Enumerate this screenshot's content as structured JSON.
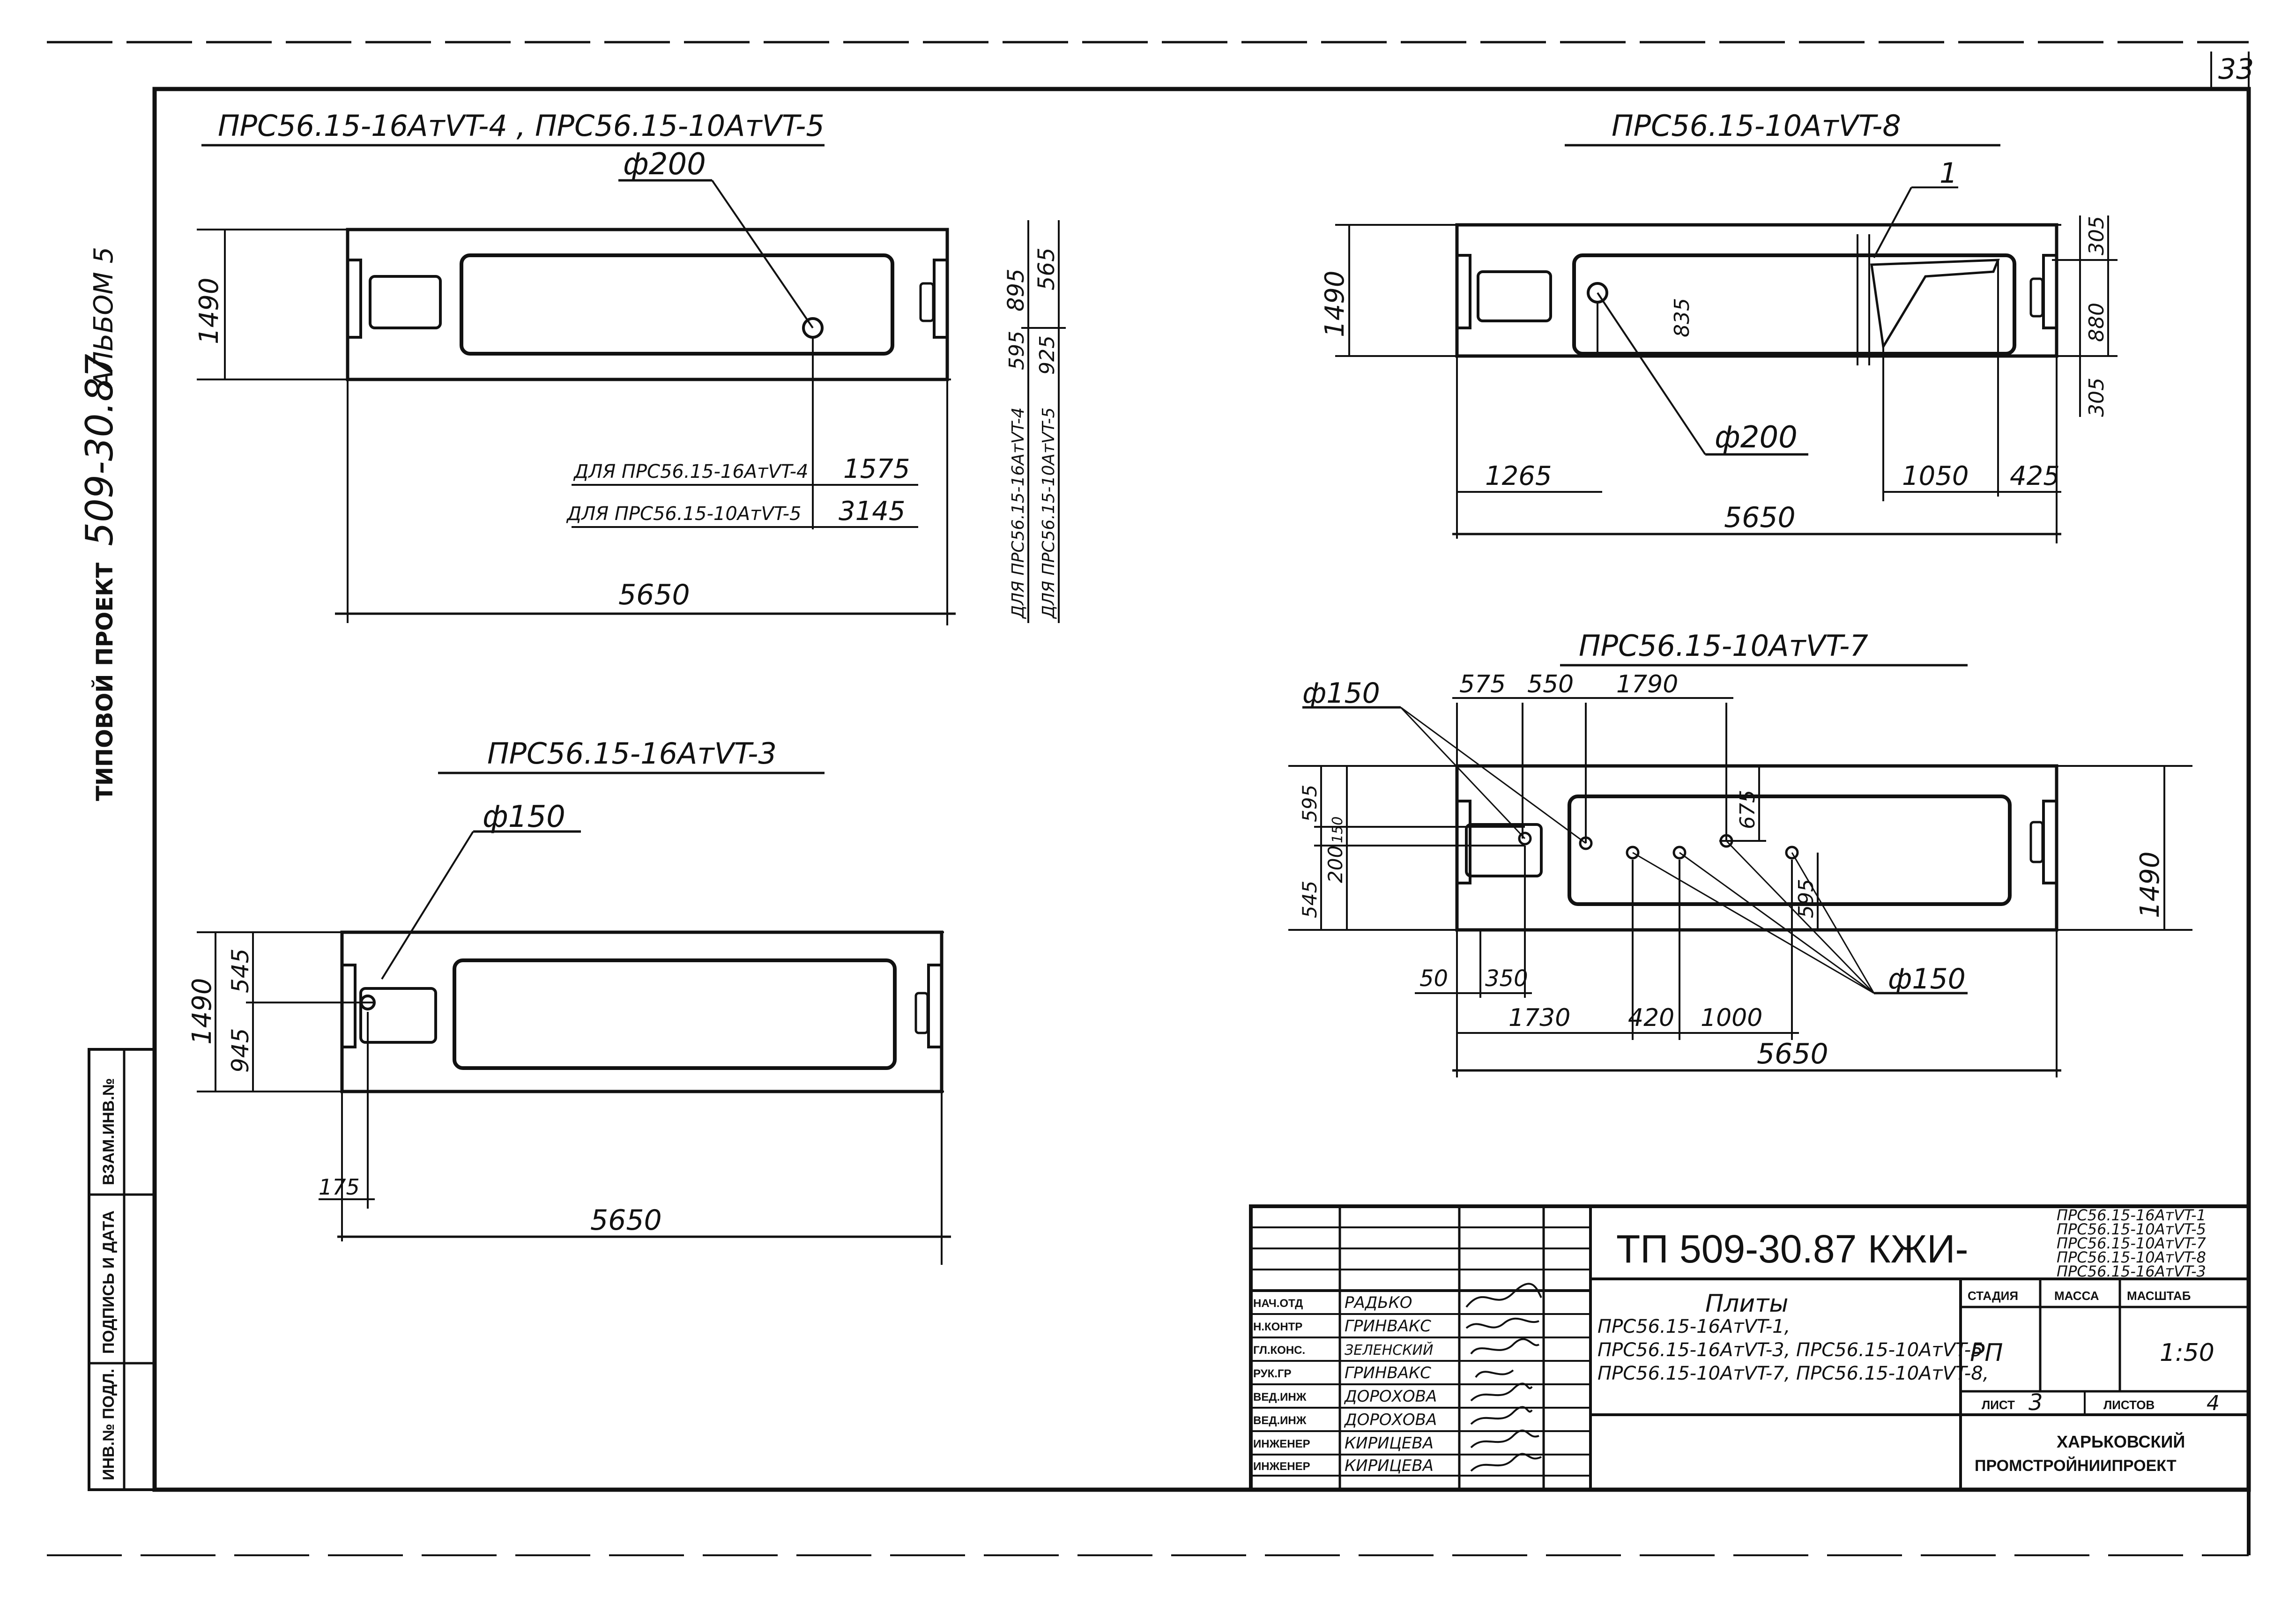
{
  "sheet": {
    "sheet_number": "33"
  },
  "side_stamp": {
    "album": "АЛЬБОМ 5",
    "project_prefix": "ТИПОВОЙ ПРОЕКТ",
    "project_number": "509-30.87",
    "cells": [
      "ИНВ.№ ПОДЛ.",
      "ПОДПИСЬ И ДАТА",
      "ВЗАМ.ИНВ.№"
    ]
  },
  "views": {
    "v1": {
      "title": "ПРС56.15-16АтVT-4 , ПРС56.15-10АтVT-5",
      "hole": "ф200",
      "height": "1490",
      "dim_right": [
        "895",
        "565",
        "595",
        "925"
      ],
      "rows": [
        {
          "label": "ДЛЯ ПРС56.15-16АтVT-4",
          "value": "1575"
        },
        {
          "label": "ДЛЯ ПРС56.15-10АтVT-5",
          "value": "3145"
        }
      ],
      "vlabels": [
        "ДЛЯ ПРС56.15-16АтVT-4",
        "ДЛЯ ПРС56.15-10АтVT-5"
      ],
      "length": "5650"
    },
    "v3": {
      "title": "ПРС56.15-16АтVT-3",
      "hole": "ф150",
      "height": "1490",
      "dims": [
        "545",
        "945"
      ],
      "offset": "175",
      "length": "5650"
    },
    "v8": {
      "title": "ПРС56.15-10АтVT-8",
      "leader": "1",
      "hole": "ф200",
      "height": "1490",
      "dims": [
        "305",
        "880",
        "305",
        "835",
        "1265",
        "1050",
        "425"
      ],
      "length": "5650"
    },
    "v7": {
      "title": "ПРС56.15-10АтVT-7",
      "hole_top": "ф150",
      "hole_bottom": "ф150",
      "top_dims": [
        "575",
        "550",
        "1790"
      ],
      "left_dims": [
        "595",
        "150",
        "200",
        "545"
      ],
      "inner_dims": [
        "675",
        "595"
      ],
      "bottom_dims": [
        "50",
        "350",
        "1730",
        "420",
        "1000"
      ],
      "height": "1490",
      "length": "5650"
    }
  },
  "title_block": {
    "code": "ТП 509-30.87 КЖИ-",
    "variants": [
      "ПРС56.15-16АтVT-1",
      "ПРС56.15-10АтVT-5",
      "ПРС56.15-10АтVT-7",
      "ПРС56.15-10АтVT-8",
      "ПРС56.15-16АтVT-3"
    ],
    "name_title": "Плиты",
    "name_lines": [
      "ПРС56.15-16АтVT-1,",
      "ПРС56.15-16АтVT-3, ПРС56.15-10АтVT-5",
      "ПРС56.15-10АтVT-7, ПРС56.15-10АтVT-8,"
    ],
    "people": [
      {
        "role": "НАЧ.ОТД",
        "name": "РАДЬКО"
      },
      {
        "role": "Н.КОНТР",
        "name": "ГРИНВАКС"
      },
      {
        "role": "ГЛ.КОНС.",
        "name": "ЗЕЛЕНСКИЙ"
      },
      {
        "role": "РУК.ГР",
        "name": "ГРИНВАКС"
      },
      {
        "role": "ВЕД.ИНЖ",
        "name": "ДОРОХОВА"
      },
      {
        "role": "ВЕД.ИНЖ",
        "name": "ДОРОХОВА"
      },
      {
        "role": "ИНЖЕНЕР",
        "name": "КИРИЦЕВА"
      },
      {
        "role": "ИНЖЕНЕР",
        "name": "КИРИЦЕВА"
      }
    ],
    "stage_label": "СТАДИЯ",
    "mass_label": "МАССА",
    "scale_label": "МАСШТАБ",
    "stage": "РП",
    "scale": "1:50",
    "sheet_label": "ЛИСТ",
    "sheet": "3",
    "sheets_label": "ЛИСТОВ",
    "sheets": "4",
    "org": [
      "ХАРЬКОВСКИЙ",
      "ПРОМСТРОЙНИИПРОЕКТ"
    ]
  }
}
